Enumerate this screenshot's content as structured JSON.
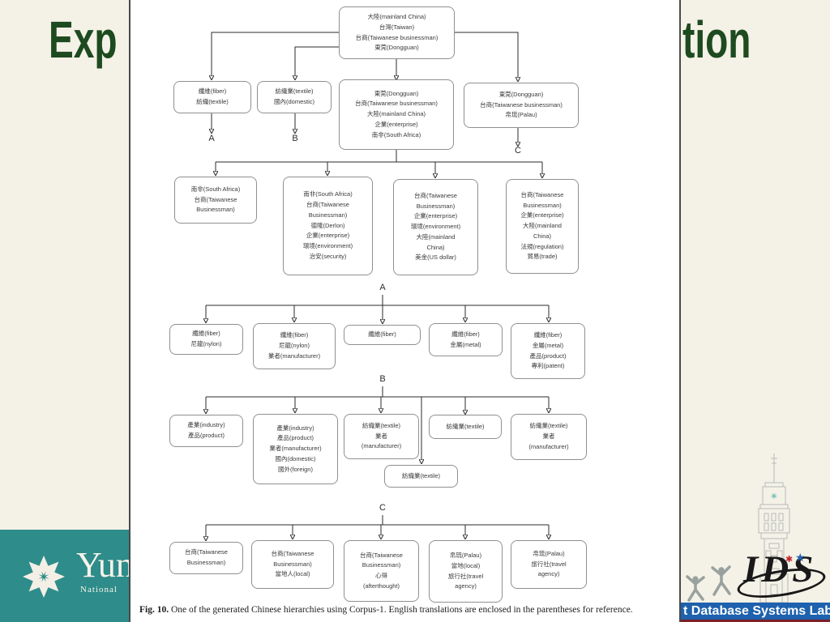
{
  "slide": {
    "title_left": "Exp",
    "title_right": "tion",
    "colors": {
      "title_green": "#1d4a1f",
      "background_cream": "#f4f1e7",
      "university_teal": "#2e8c8a",
      "lab_blue": "#1e61ae",
      "accent_maroon": "#7d2027"
    },
    "university_footer": {
      "name": "Yun",
      "subtitle": "National"
    },
    "lab_footer": {
      "band_text": "t Database Systems Lab",
      "logo_text": "IDS"
    }
  },
  "figure": {
    "caption": {
      "label": "Fig. 10.",
      "text": "One of the generated Chinese hierarchies using Corpus-1. English translations are enclosed in the parentheses for reference."
    },
    "labels": {
      "branch_a": "A",
      "branch_b": "B",
      "branch_c": "C",
      "section_a": "A",
      "section_b": "B",
      "section_c": "C"
    },
    "nodes": {
      "root": "大陸(mainland China)\n台灣(Taiwan)\n台商(Taiwanese businessman)\n東莞(Dongguan)",
      "l2_a": "纖維(fiber)\n紡織(textile)",
      "l2_b": "紡織業(textile)\n國內(domestic)",
      "l2_main": "東莞(Dongguan)\n台商(Taiwanese businessman)\n大陸(mainland China)\n企業(enterprise)\n南非(South Africa)",
      "l2_c": "東莞(Dongguan)\n台商(Taiwanese businessman)\n帛琉(Palau)",
      "l3_1": "南非(South Africa)\n台商(Taiwanese\nBusinessman)",
      "l3_2": "南非(South Africa)\n台商(Taiwanese\nBusinessman)\n德隆(Derlon)\n企業(enterprise)\n環境(environment)\n治安(security)",
      "l3_3": "台商(Taiwanese\nBusinessman)\n企業(enterprise)\n環境(environment)\n大陸(mainland\nChina)\n美金(US dollar)",
      "l3_4": "台商(Taiwanese\nBusinessman)\n企業(enterprise)\n大陸(mainland\nChina)\n法規(regulation)\n貿易(trade)",
      "a_1": "纖維(fiber)\n尼龍(nylon)",
      "a_2": "纖維(fiber)\n尼龍(nylon)\n業者(manufacturer)",
      "a_3": "纖維(fiber)",
      "a_4": "纖維(fiber)\n金屬(metal)",
      "a_5": "纖維(fiber)\n金屬(metal)\n產品(product)\n專利(patent)",
      "b_1": "產業(industry)\n產品(product)",
      "b_2": "產業(industry)\n產品(product)\n業者(manufacturer)\n國內(domestic)\n國外(foreign)",
      "b_3": "紡織業(textile)\n業者\n(manufacturer)",
      "b_4": "紡織業(textile)",
      "b_5": "紡織業(textile)\n業者\n(manufacturer)",
      "b_6": "紡織業(textile)",
      "c_1": "台商(Taiwanese\nBusinessman)",
      "c_2": "台商(Taiwanese\nBusinessman)\n當地人(local)",
      "c_3": "台商(Taiwanese\nBusinessman)\n心得\n(afterthought)",
      "c_4": "帛琉(Palau)\n當地(local)\n旅行社(travel\nagency)",
      "c_5": "帛琉(Palau)\n旅行社(travel\nagency)"
    }
  }
}
